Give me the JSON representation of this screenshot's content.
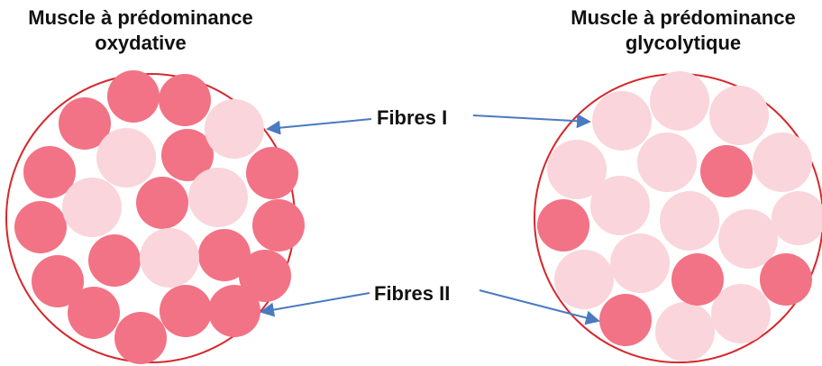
{
  "diagram": {
    "left_title": "Muscle à prédominance oxydative",
    "right_title": "Muscle à prédominance glycolytique",
    "labels": {
      "fibres_1": "Fibres I",
      "fibres_2": "Fibres II"
    },
    "colors": {
      "fibre_type_1": "#fad5db",
      "fibre_type_2": "#f27385",
      "muscle_outline": "#d6282c",
      "arrow": "#4a7ac0"
    }
  }
}
